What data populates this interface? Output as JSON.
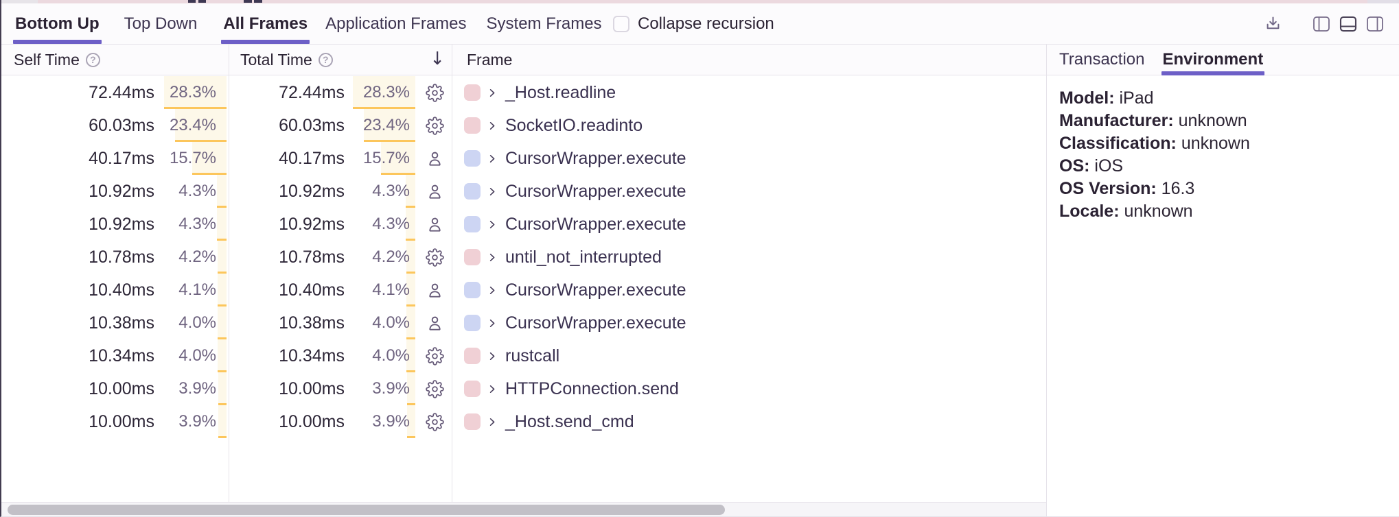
{
  "toolbar": {
    "tabs": [
      {
        "label": "Bottom Up",
        "active": true
      },
      {
        "label": "Top Down",
        "active": false
      },
      {
        "label": "All Frames",
        "active": true
      },
      {
        "label": "Application Frames",
        "active": false
      },
      {
        "label": "System Frames",
        "active": false
      }
    ],
    "collapse_recursion": {
      "label": "Collapse recursion",
      "checked": false
    },
    "actions": [
      "download-icon",
      "dock-left-icon",
      "dock-bottom-icon",
      "dock-right-icon"
    ],
    "active_dock": "dock-bottom-icon"
  },
  "table": {
    "headers": {
      "self_time": "Self Time",
      "total_time": "Total Time",
      "frame": "Frame"
    },
    "sort": {
      "column": "total_time",
      "direction": "desc",
      "icon": "↓"
    },
    "rows": [
      {
        "self_ms": "72.44ms",
        "self_pct": "28.3%",
        "total_ms": "72.44ms",
        "total_pct": "28.3%",
        "pct_value": 28.3,
        "frame_icon": "gear-icon",
        "badge_color": "pink",
        "frame": "_Host.readline"
      },
      {
        "self_ms": "60.03ms",
        "self_pct": "23.4%",
        "total_ms": "60.03ms",
        "total_pct": "23.4%",
        "pct_value": 23.4,
        "frame_icon": "gear-icon",
        "badge_color": "pink",
        "frame": "SocketIO.readinto"
      },
      {
        "self_ms": "40.17ms",
        "self_pct": "15.7%",
        "total_ms": "40.17ms",
        "total_pct": "15.7%",
        "pct_value": 15.7,
        "frame_icon": "user-icon",
        "badge_color": "lavender",
        "frame": "CursorWrapper.execute"
      },
      {
        "self_ms": "10.92ms",
        "self_pct": "4.3%",
        "total_ms": "10.92ms",
        "total_pct": "4.3%",
        "pct_value": 4.3,
        "frame_icon": "user-icon",
        "badge_color": "lavender",
        "frame": "CursorWrapper.execute"
      },
      {
        "self_ms": "10.92ms",
        "self_pct": "4.3%",
        "total_ms": "10.92ms",
        "total_pct": "4.3%",
        "pct_value": 4.3,
        "frame_icon": "user-icon",
        "badge_color": "lavender",
        "frame": "CursorWrapper.execute"
      },
      {
        "self_ms": "10.78ms",
        "self_pct": "4.2%",
        "total_ms": "10.78ms",
        "total_pct": "4.2%",
        "pct_value": 4.2,
        "frame_icon": "gear-icon",
        "badge_color": "pink",
        "frame": "until_not_interrupted"
      },
      {
        "self_ms": "10.40ms",
        "self_pct": "4.1%",
        "total_ms": "10.40ms",
        "total_pct": "4.1%",
        "pct_value": 4.1,
        "frame_icon": "user-icon",
        "badge_color": "lavender",
        "frame": "CursorWrapper.execute"
      },
      {
        "self_ms": "10.38ms",
        "self_pct": "4.0%",
        "total_ms": "10.38ms",
        "total_pct": "4.0%",
        "pct_value": 4.0,
        "frame_icon": "user-icon",
        "badge_color": "lavender",
        "frame": "CursorWrapper.execute"
      },
      {
        "self_ms": "10.34ms",
        "self_pct": "4.0%",
        "total_ms": "10.34ms",
        "total_pct": "4.0%",
        "pct_value": 4.0,
        "frame_icon": "gear-icon",
        "badge_color": "pink",
        "frame": "rustcall"
      },
      {
        "self_ms": "10.00ms",
        "self_pct": "3.9%",
        "total_ms": "10.00ms",
        "total_pct": "3.9%",
        "pct_value": 3.9,
        "frame_icon": "gear-icon",
        "badge_color": "pink",
        "frame": "HTTPConnection.send"
      },
      {
        "self_ms": "10.00ms",
        "self_pct": "3.9%",
        "total_ms": "10.00ms",
        "total_pct": "3.9%",
        "pct_value": 3.9,
        "frame_icon": "gear-icon",
        "badge_color": "pink",
        "frame": "_Host.send_cmd"
      }
    ]
  },
  "panel": {
    "tabs": [
      {
        "label": "Transaction",
        "active": false
      },
      {
        "label": "Environment",
        "active": true
      }
    ],
    "fields": [
      {
        "label": "Model:",
        "value": "iPad"
      },
      {
        "label": "Manufacturer:",
        "value": "unknown"
      },
      {
        "label": "Classification:",
        "value": "unknown"
      },
      {
        "label": "OS:",
        "value": "iOS"
      },
      {
        "label": "OS Version:",
        "value": "16.3"
      },
      {
        "label": "Locale:",
        "value": "unknown"
      }
    ]
  },
  "colors": {
    "accent_purple": "#6D5FC7",
    "amber_underline": "#FCC65C",
    "pct_bar_bg": "#FDF8E9",
    "pink_badge": "#F0D0D5",
    "lavender_badge": "#CDD5F3",
    "strip_pink": "#ECD9DF"
  }
}
